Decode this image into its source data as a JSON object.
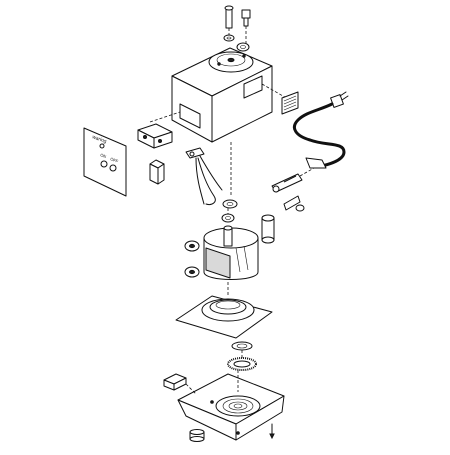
{
  "panel": {
    "brand": "waring",
    "switch_on": "ON",
    "switch_off": "OFF"
  }
}
